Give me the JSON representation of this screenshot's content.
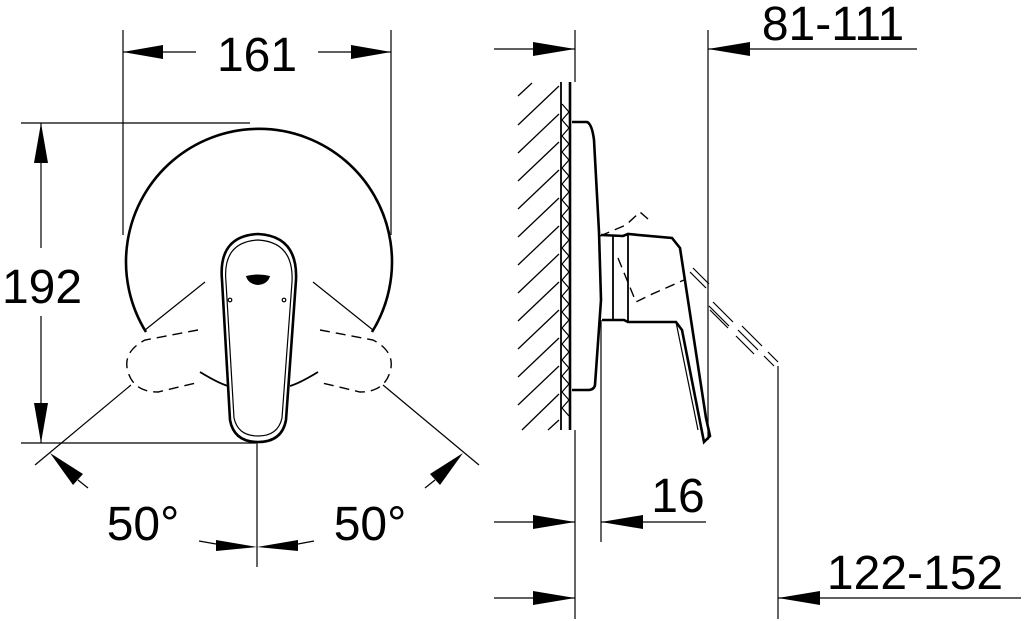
{
  "drawing": {
    "type": "technical-dimension-drawing",
    "subject": "single-lever shower mixer trim",
    "line_color": "#000000",
    "background": "#ffffff"
  },
  "front_view": {
    "width_label": "161",
    "height_label": "192",
    "left_angle_label": "50°",
    "right_angle_label": "50°"
  },
  "side_view": {
    "projection_label": "81-111",
    "rosette_depth_label": "16",
    "max_projection_label": "122-152"
  }
}
